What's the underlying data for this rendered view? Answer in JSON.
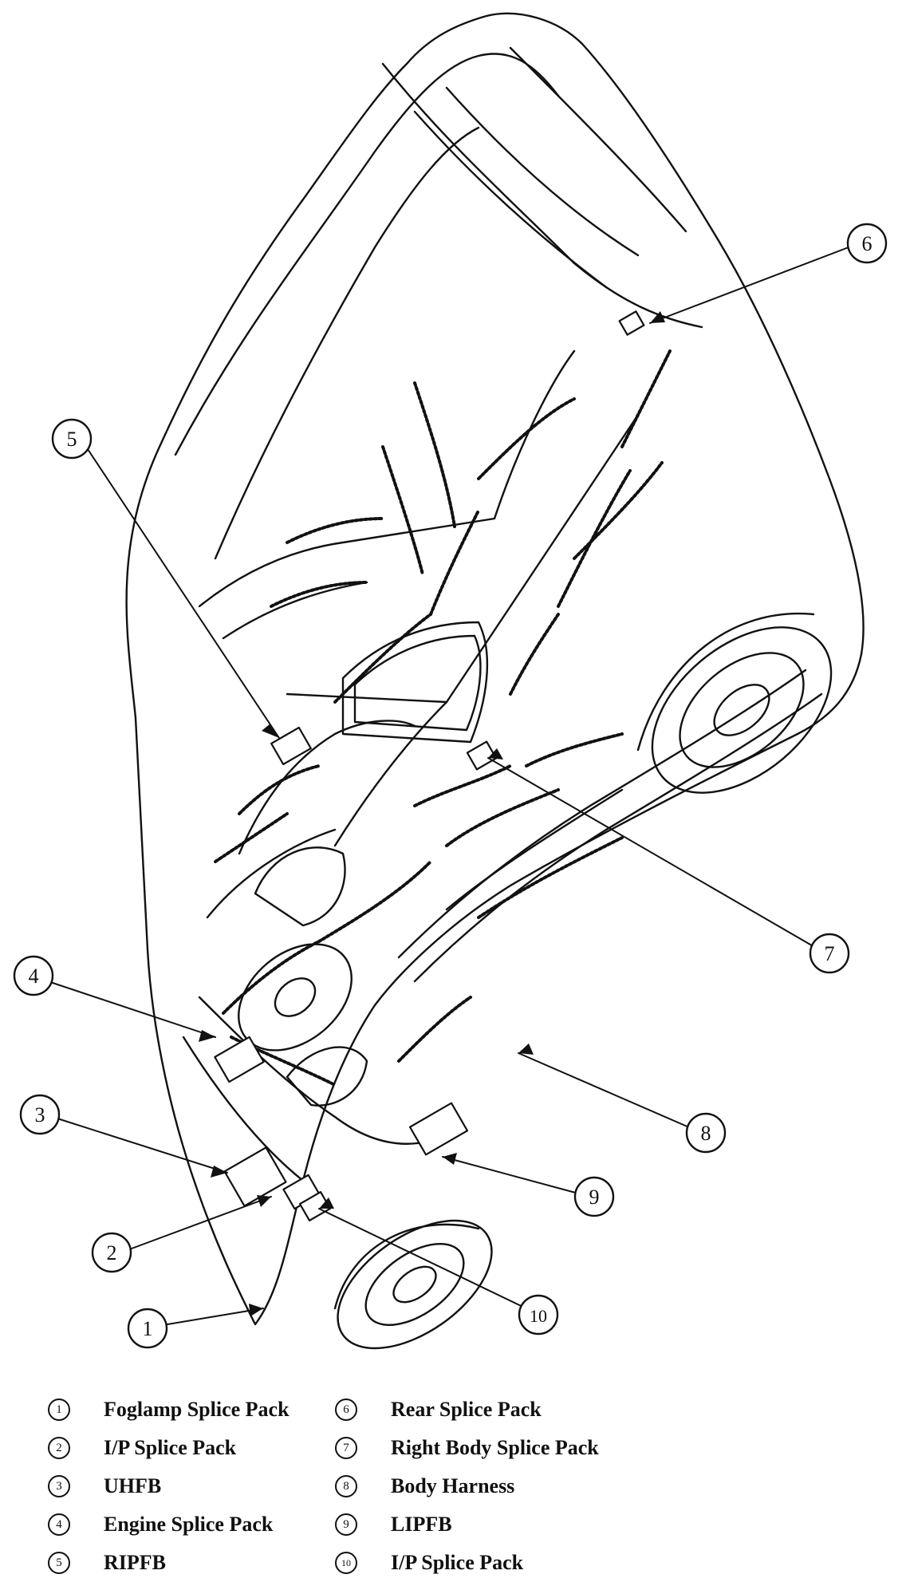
{
  "callouts": [
    {
      "number": "1",
      "label": "Foglamp Splice Pack"
    },
    {
      "number": "2",
      "label": "I/P Splice Pack"
    },
    {
      "number": "3",
      "label": "UHFB"
    },
    {
      "number": "4",
      "label": "Engine Splice Pack"
    },
    {
      "number": "5",
      "label": "RIPFB"
    },
    {
      "number": "6",
      "label": "Rear Splice Pack"
    },
    {
      "number": "7",
      "label": "Right Body Splice Pack"
    },
    {
      "number": "8",
      "label": "Body Harness"
    },
    {
      "number": "9",
      "label": "LIPFB"
    },
    {
      "number": "10",
      "label": "I/P Splice Pack"
    }
  ]
}
